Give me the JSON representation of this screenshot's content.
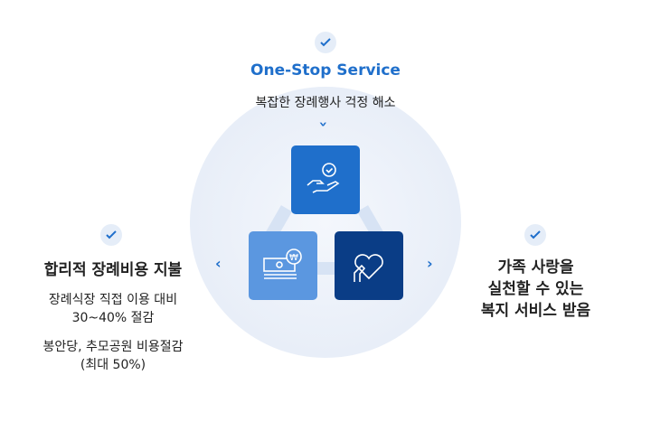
{
  "top": {
    "title": "One-Stop Service",
    "subtitle": "복잡한 장례행사 걱정 해소"
  },
  "left": {
    "title": "합리적 장례비용 지불",
    "line1": "장례식장 직접 이용 대비",
    "line2": "30~40% 절감",
    "line3": "봉안당, 추모공원 비용절감",
    "line4": "(최대 50%)"
  },
  "right": {
    "line1": "가족 사랑을",
    "line2": "실천할 수 있는",
    "line3": "복지 서비스 받음"
  },
  "colors": {
    "accent": "#1f6fcb",
    "light": "#5b97e0",
    "dark": "#0a3d86"
  }
}
